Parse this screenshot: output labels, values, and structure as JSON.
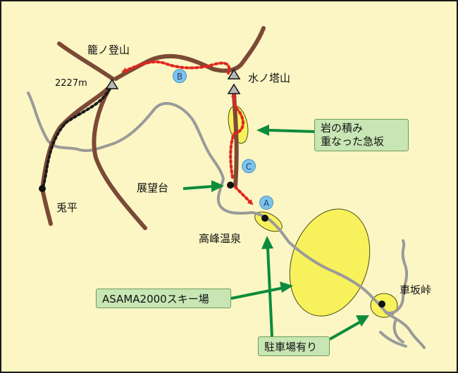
{
  "map": {
    "colors": {
      "background": "#fcf6c4",
      "trail": "#7b4a36",
      "road": "#9a9a9a",
      "route_red": "#e0261f",
      "route_black": "#1a1a1a",
      "arrow": "#0b8c3c",
      "highlight": "#f7f25c",
      "callout_bg": "#c8e6b4",
      "badge": "#7ec3ea"
    },
    "peaks": {
      "kagonoto": {
        "name": "籠ノ登山",
        "elevation": "2227m"
      },
      "mizunoto": {
        "name": "水ノ塔山"
      }
    },
    "places": {
      "usagidaira": "兎平",
      "tenbodai": "展望台",
      "takamine_onsen": "高峰温泉",
      "kurumazaka_toge": "車坂峠"
    },
    "callouts": {
      "steep_line1": "岩の積み",
      "steep_line2": "重なった急坂",
      "ski": "ASAMA2000スキー場",
      "parking": "駐車場有り"
    },
    "badges": {
      "a": "A",
      "b": "B",
      "c": "C"
    },
    "icons": {
      "peak": "peak-triangle-icon",
      "place": "location-dot-icon",
      "pointer": "green-arrow-icon"
    }
  }
}
